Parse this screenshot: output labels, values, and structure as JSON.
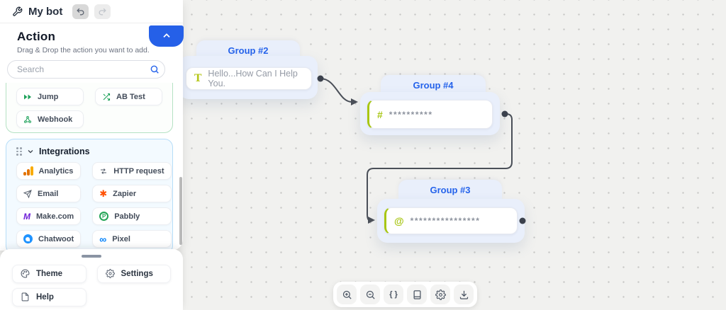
{
  "window": {
    "title": "My bot"
  },
  "action_panel": {
    "title": "Action",
    "subtitle": "Drag & Drop the action you want to add.",
    "search_placeholder": "Search"
  },
  "actions_section": {
    "items": [
      {
        "label": "Jump"
      },
      {
        "label": "AB Test"
      },
      {
        "label": "Webhook"
      }
    ]
  },
  "integrations_section": {
    "title": "Integrations",
    "items": [
      {
        "label": "Analytics"
      },
      {
        "label": "HTTP request"
      },
      {
        "label": "Email"
      },
      {
        "label": "Zapier"
      },
      {
        "label": "Make.com"
      },
      {
        "label": "Pabbly"
      },
      {
        "label": "Chatwoot"
      },
      {
        "label": "Pixel"
      }
    ]
  },
  "footer": {
    "theme": "Theme",
    "settings": "Settings",
    "help": "Help"
  },
  "nodes": {
    "group2": {
      "title": "Group #2",
      "icon": "T",
      "text": "Hello...How Can I Help You."
    },
    "group4": {
      "title": "Group #4",
      "icon": "#",
      "text": "**********"
    },
    "group3": {
      "title": "Group #3",
      "icon": "@",
      "text": "****************"
    }
  },
  "flow_toolbar": {
    "braces_label": "{ }"
  },
  "colors": {
    "accent_blue": "#2563eb",
    "node_green": "#a8c615",
    "canvas_bg": "#f1f1ef",
    "section_green_border": "#b5e2c4",
    "section_blue_border": "#b6ddf8"
  }
}
